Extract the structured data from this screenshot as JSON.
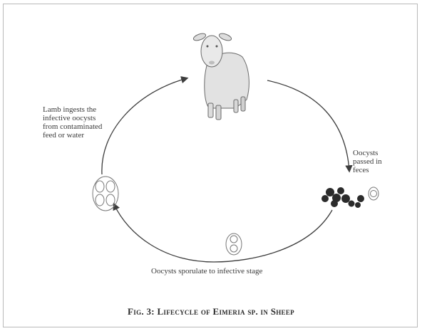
{
  "labels": {
    "ingest": "Lamb ingests the infective oocysts from contaminated feed or water",
    "passed": "Oocysts passed in feces",
    "sporulate": "Oocysts sporulate to infective stage"
  },
  "caption": "Fig. 3: Lifecycle of Eimeria sp. in Sheep",
  "colors": {
    "line": "#3d3d3d",
    "feces": "#2b2b2b",
    "frame": "#b9b9b9"
  },
  "icons": [
    "lamb-icon",
    "feces-icon",
    "unsporulated-oocyst-icon",
    "sporulating-oocyst-icon",
    "sporulated-oocyst-icon"
  ]
}
